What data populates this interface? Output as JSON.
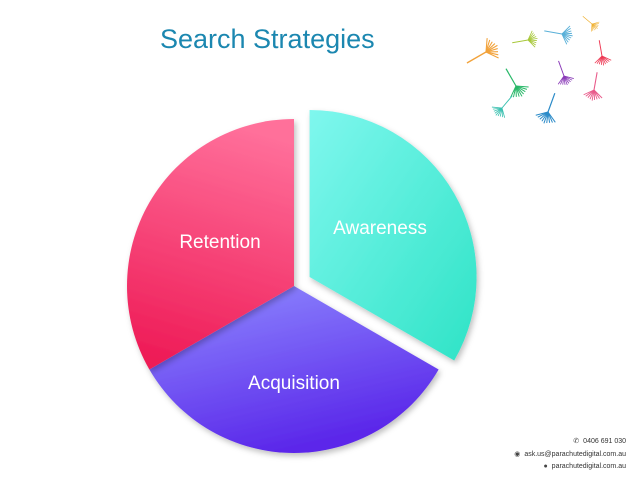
{
  "title": "Search Strategies",
  "colors": {
    "title": "#1b87b0",
    "awareness": [
      "#7ff7ee",
      "#2ee3c6"
    ],
    "acquisition": [
      "#8f8cff",
      "#5b28ea"
    ],
    "retention": [
      "#ff6f9a",
      "#ee1a56"
    ]
  },
  "chart_data": {
    "type": "pie",
    "title": "Search Strategies",
    "labels": [
      "Awareness",
      "Acquisition",
      "Retention"
    ],
    "values": [
      33.33,
      33.33,
      33.33
    ],
    "exploded": "Awareness",
    "legend": "none"
  },
  "contact": {
    "phone": "0406 691 030",
    "email": "ask.us@parachutedigital.com.au",
    "web": "parachutedigital.com.au",
    "icons": [
      "phone-icon",
      "email-icon",
      "web-icon"
    ]
  }
}
